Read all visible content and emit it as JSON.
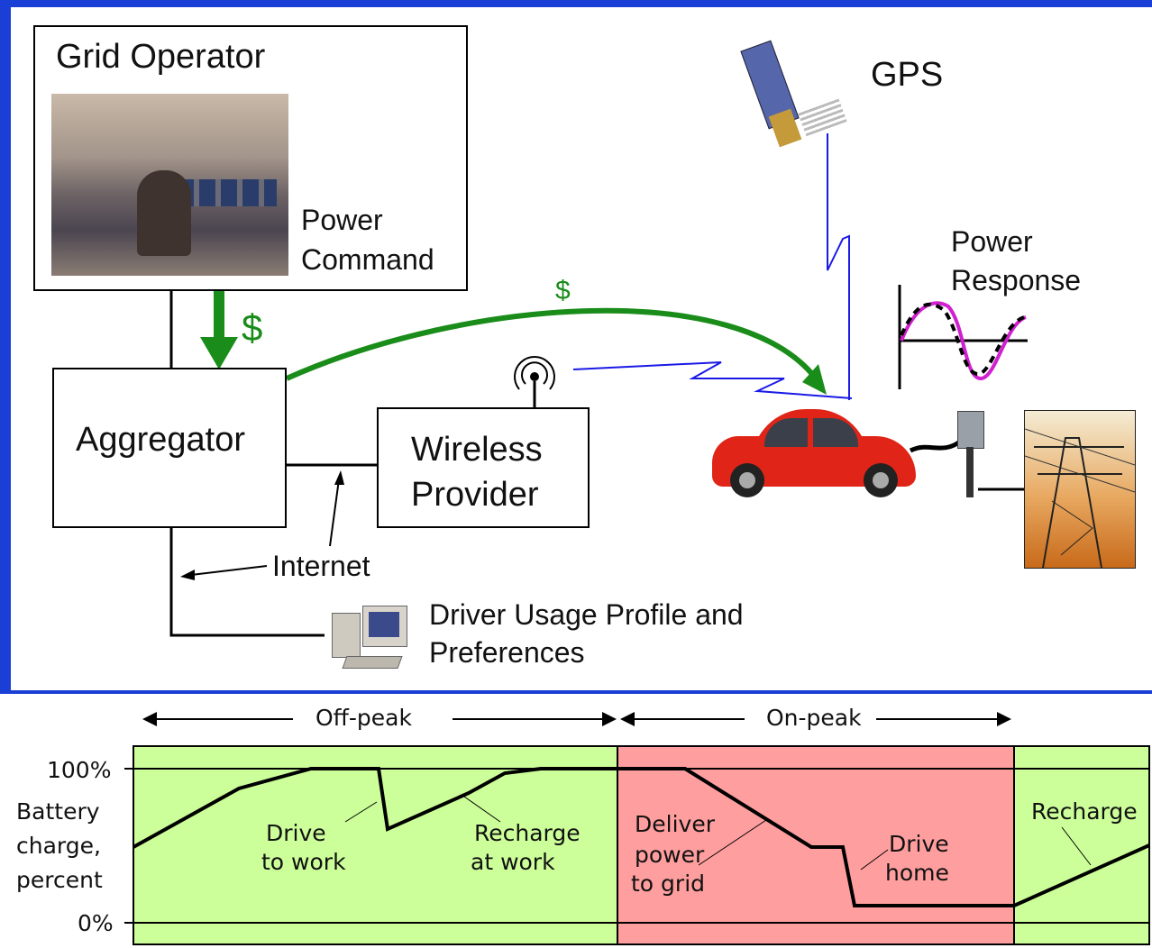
{
  "diagram": {
    "grid_operator": {
      "title": "Grid Operator",
      "command_line1": "Power",
      "command_line2": "Command"
    },
    "gps_label": "GPS",
    "power_response": {
      "line1": "Power",
      "line2": "Response"
    },
    "aggregator_label": "Aggregator",
    "wireless_provider": {
      "line1": "Wireless",
      "line2": "Provider"
    },
    "internet_label": "Internet",
    "driver_profile": {
      "line1": "Driver Usage Profile and",
      "line2": "Preferences"
    },
    "dollar_large": "$",
    "dollar_small": "$",
    "colors": {
      "money_arrow": "#1a8c1a",
      "wireless_signal": "#1a1ae6",
      "response_curve": "#d020d0",
      "background": "#1a3fd6"
    }
  },
  "chart": {
    "period_offpeak": "Off-peak",
    "period_onpeak": "On-peak",
    "y_tick_top": "100%",
    "y_tick_bottom": "0%",
    "y_label_1": "Battery",
    "y_label_2": "charge,",
    "y_label_3": "percent",
    "annotations": {
      "drive_to_work_1": "Drive",
      "drive_to_work_2": "to work",
      "recharge_at_work_1": "Recharge",
      "recharge_at_work_2": "at work",
      "deliver_1": "Deliver",
      "deliver_2": "power",
      "deliver_3": "to grid",
      "drive_home_1": "Drive",
      "drive_home_2": "home",
      "recharge": "Recharge"
    },
    "colors": {
      "offpeak_fill": "#ccff99",
      "onpeak_fill": "#ff9e9e"
    }
  }
}
